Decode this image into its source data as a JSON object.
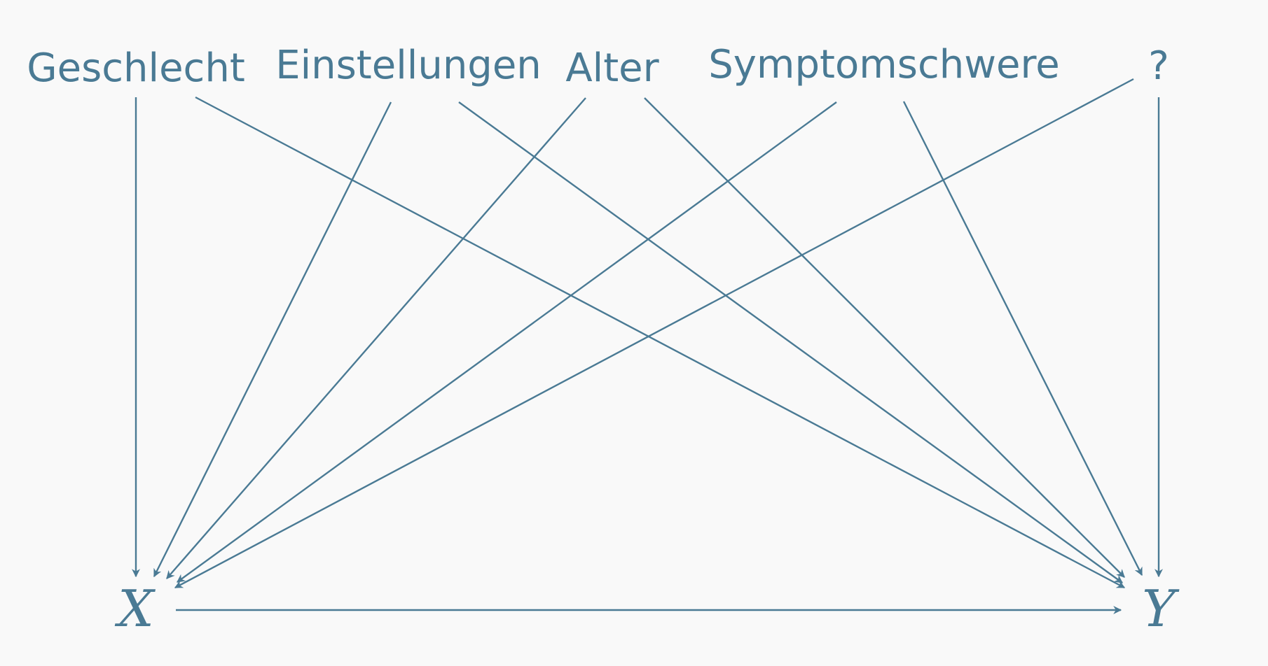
{
  "colors": {
    "background": "#f9f9f9",
    "ink": "#4a7a94"
  },
  "nodes": {
    "geschlecht": "Geschlecht",
    "einstellungen": "Einstellungen",
    "alter": "Alter",
    "symptomschwere": "Symptomschwere",
    "unknown": "?",
    "x": "X",
    "y": "Y"
  },
  "edges": [
    {
      "from": "Geschlecht",
      "to": "X"
    },
    {
      "from": "Geschlecht",
      "to": "Y"
    },
    {
      "from": "Einstellungen",
      "to": "X"
    },
    {
      "from": "Einstellungen",
      "to": "Y"
    },
    {
      "from": "Alter",
      "to": "X"
    },
    {
      "from": "Alter",
      "to": "Y"
    },
    {
      "from": "Symptomschwere",
      "to": "X"
    },
    {
      "from": "Symptomschwere",
      "to": "Y"
    },
    {
      "from": "?",
      "to": "X"
    },
    {
      "from": "?",
      "to": "Y"
    },
    {
      "from": "X",
      "to": "Y"
    }
  ]
}
